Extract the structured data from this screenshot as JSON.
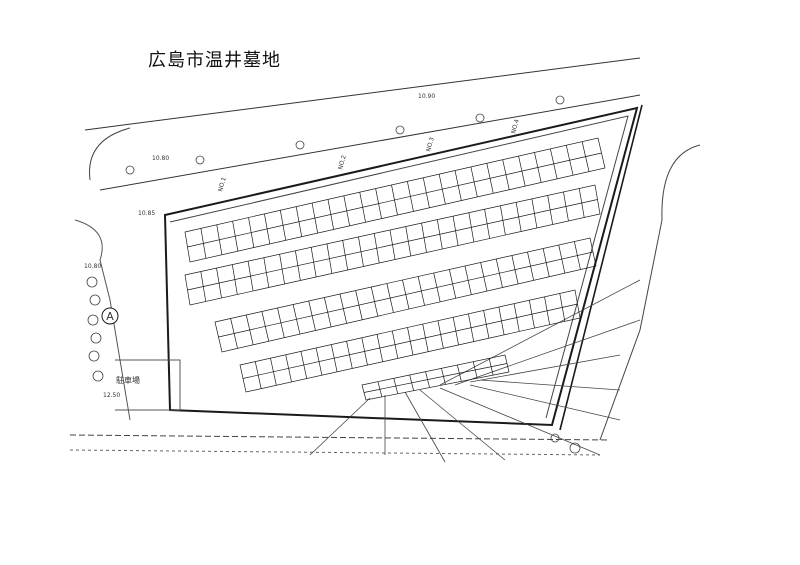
{
  "title": "広島市温井墓地",
  "colors": {
    "ink": "#1a1a1a",
    "paper": "#ffffff",
    "faint": "#555555"
  },
  "map": {
    "marker_label": "A",
    "road_numbers": [
      "10.80",
      "10.90",
      "10.85",
      "10.80",
      "12.50"
    ],
    "block_labels": [
      "NO.1",
      "NO.2",
      "NO.3",
      "NO.4"
    ],
    "side_label": "駐車場"
  }
}
